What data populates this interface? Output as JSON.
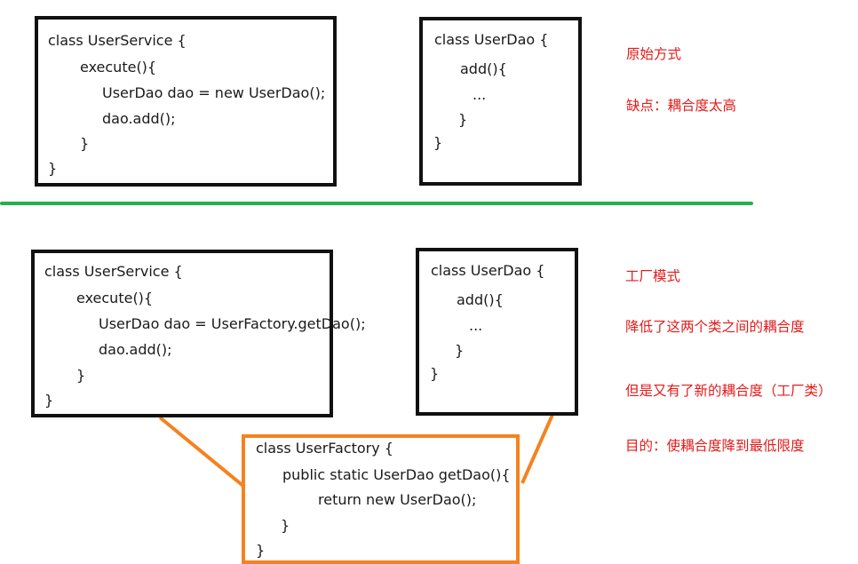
{
  "top": {
    "service_box": {
      "lines": [
        "class UserService  {",
        "execute(){",
        "UserDao dao = new UserDao();",
        "dao.add();",
        "}",
        "}"
      ]
    },
    "dao_box": {
      "lines": [
        "class UserDao  {",
        "add(){",
        "...",
        "}",
        "}"
      ]
    },
    "notes": [
      "原始方式",
      "缺点：耦合度太高"
    ]
  },
  "bottom": {
    "service_box": {
      "lines": [
        "class UserService  {",
        "execute(){",
        "UserDao dao = UserFactory.getDao();",
        "dao.add();",
        "}",
        "}"
      ]
    },
    "dao_box": {
      "lines": [
        "class UserDao  {",
        "add(){",
        "...",
        "}",
        "}"
      ]
    },
    "factory_box": {
      "lines": [
        "class UserFactory {",
        "public static UserDao getDao(){",
        "return new UserDao();",
        "}",
        "}"
      ]
    },
    "notes": [
      "工厂模式",
      "降低了这两个类之间的耦合度",
      "但是又有了新的耦合度（工厂类）",
      "目的：使耦合度降到最低限度"
    ]
  },
  "colors": {
    "divider": "#22b14c",
    "factory_border": "#f5821f",
    "note_text": "#e31b1b",
    "box_border": "#111111"
  }
}
